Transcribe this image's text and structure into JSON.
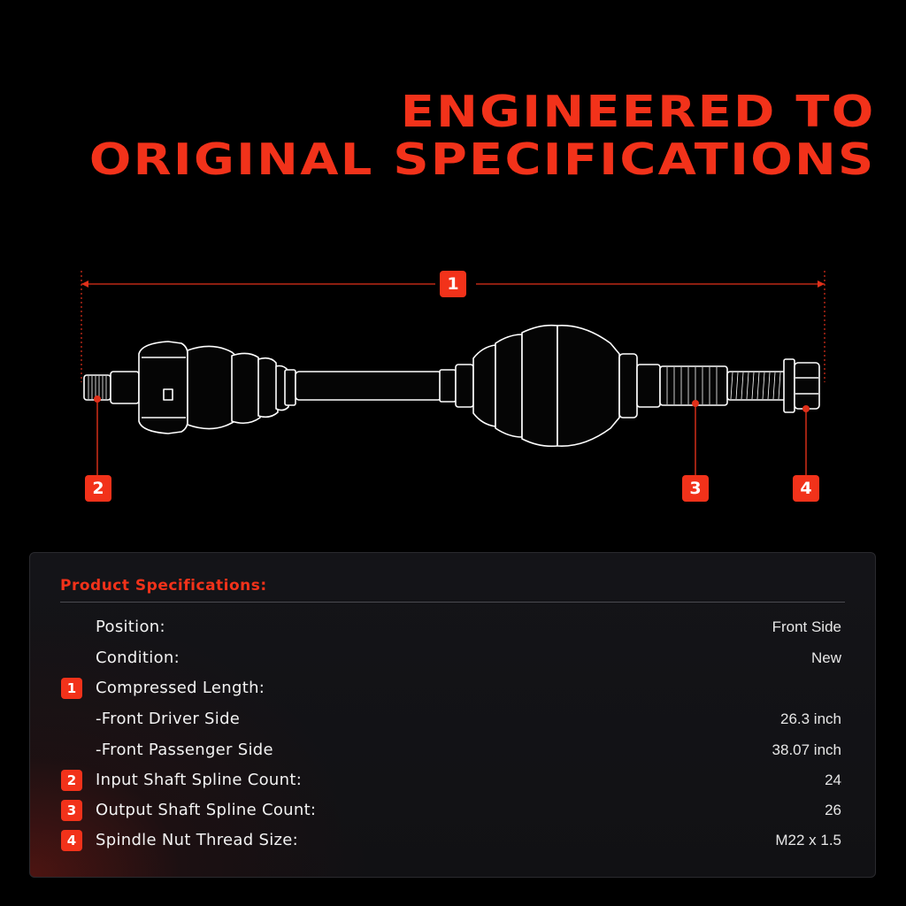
{
  "headline": {
    "line1": "ENGINEERED TO",
    "line2": "ORIGINAL SPECIFICATIONS"
  },
  "diagram": {
    "callouts": [
      "1",
      "2",
      "3",
      "4"
    ],
    "accent_color": "#f2321a",
    "outline_color": "#ffffff"
  },
  "specs": {
    "title": "Product Specifications:",
    "rows": [
      {
        "badge": "",
        "label": "Position:",
        "value": "Front Side"
      },
      {
        "badge": "",
        "label": "Condition:",
        "value": "New"
      },
      {
        "badge": "1",
        "label": "Compressed Length:",
        "value": ""
      },
      {
        "badge": "",
        "label": "-Front Driver Side",
        "value": "26.3 inch"
      },
      {
        "badge": "",
        "label": "-Front Passenger Side",
        "value": "38.07 inch"
      },
      {
        "badge": "2",
        "label": "Input Shaft Spline Count:",
        "value": "24"
      },
      {
        "badge": "3",
        "label": "Output Shaft Spline Count:",
        "value": "26"
      },
      {
        "badge": "4",
        "label": "Spindle Nut Thread Size:",
        "value": "M22 x 1.5"
      }
    ]
  }
}
